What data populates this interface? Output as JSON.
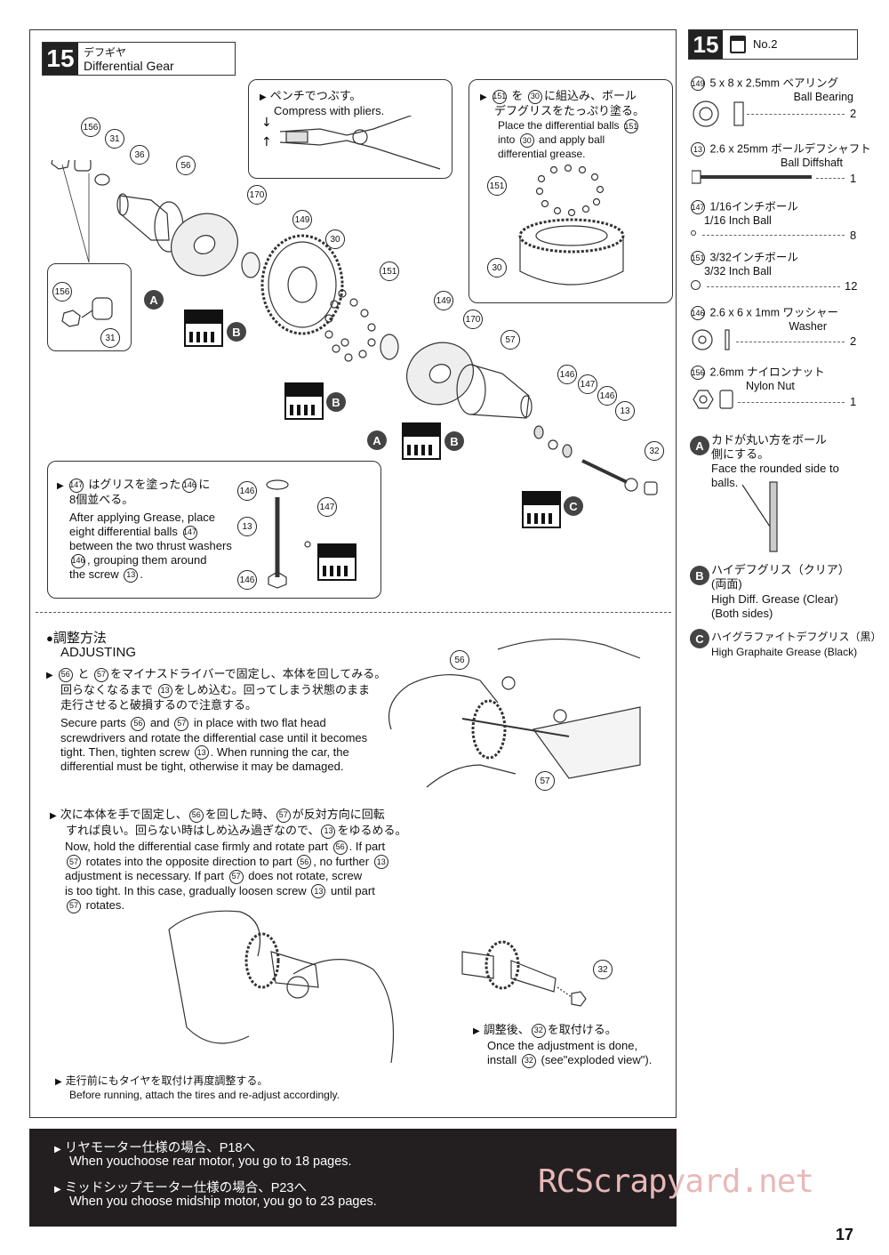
{
  "header": {
    "step_number": "15",
    "title_ja": "デフギヤ",
    "title_en": "Differential Gear"
  },
  "parts_header": {
    "step_number": "15",
    "bag": "No.2"
  },
  "parts": [
    {
      "id": "149",
      "spec": "5 x 8 x 2.5mm",
      "name_ja": "ベアリング",
      "name_en": "Ball Bearing",
      "qty": "2"
    },
    {
      "id": "13",
      "spec": "2.6 x 25mm",
      "name_ja": "ボールデフシャフト",
      "name_en": "Ball Diffshaft",
      "qty": "1"
    },
    {
      "id": "147",
      "spec": "1/16",
      "name_ja": "インチボール",
      "name_en": "1/16 Inch Ball",
      "qty": "8"
    },
    {
      "id": "151",
      "spec": "3/32",
      "name_ja": "インチボール",
      "name_en": "3/32  Inch Ball",
      "qty": "12"
    },
    {
      "id": "146",
      "spec": "2.6 x 6 x 1mm",
      "name_ja": "ワッシャー",
      "name_en": "Washer",
      "qty": "2"
    },
    {
      "id": "156",
      "spec": "2.6mm",
      "name_ja": "ナイロンナット",
      "name_en": "Nylon Nut",
      "qty": "1"
    }
  ],
  "legend": {
    "a": {
      "badge": "A",
      "ja": "カドが丸い方をボール側にする。",
      "en": "Face the rounded side to balls."
    },
    "b": {
      "badge": "B",
      "ja": "ハイデフグリス（クリア）(両面)",
      "en": "High Diff. Grease (Clear) (Both sides)"
    },
    "c": {
      "badge": "C",
      "ja": "ハイグラファイトデフグリス（黒）",
      "en": "High Graphaite Grease (Black)"
    }
  },
  "callouts": {
    "pliers": {
      "ja": "ペンチでつぶす。",
      "en": "Compress with pliers."
    },
    "balls": {
      "ja1": "に組込み、ボール",
      "ja2": "デフグリスをたっぷり塗る。",
      "en1": "Place the differential balls",
      "en2": "and apply ball",
      "en3": "differential grease.",
      "into": "into",
      "ref_a": "151",
      "ref_b": "30"
    },
    "washer": {
      "ja1": "はグリスを塗った",
      "ja2": "に",
      "ja3": "8個並べる。",
      "en1": "After applying Grease, place",
      "en2": "eight differential balls",
      "en3": "between the two thrust washers",
      "en4": ", grouping them around",
      "en5": "the screw",
      "ref_147": "147",
      "ref_146": "146",
      "ref_13": "13"
    }
  },
  "diagram_labels": [
    "156",
    "31",
    "36",
    "56",
    "170",
    "149",
    "30",
    "151",
    "149",
    "170",
    "57",
    "146",
    "147",
    "146",
    "13",
    "32",
    "156",
    "31",
    "151",
    "30",
    "146",
    "13",
    "147",
    "146"
  ],
  "adjusting": {
    "title_ja": "調整方法",
    "title_en": "ADJUSTING",
    "p1_ja1": "と",
    "p1_ja2": "をマイナスドライバーで固定し、本体を回してみる。",
    "p1_ja3": "回らなくなるまで",
    "p1_ja4": "をしめ込む。回ってしまう状態のまま",
    "p1_ja5": "走行させると破損するので注意する。",
    "p1_en1": "Secure parts",
    "p1_en2": "and",
    "p1_en3": "in place with two flat head",
    "p1_en4": "screwdrivers and rotate the differential case until it becomes",
    "p1_en5": "tight.  Then, tighten screw",
    "p1_en6": ". When running the car, the",
    "p1_en7": "differential must be tight, otherwise it may be damaged.",
    "p2_ja1": "次に本体を手で固定し、",
    "p2_ja2": "を回した時、",
    "p2_ja3": "が反対方向に回転",
    "p2_ja4": "すれば良い。回らない時はしめ込み過ぎなので、",
    "p2_ja5": "をゆるめる。",
    "p2_en1": "Now, hold the differential case firmly and rotate part",
    "p2_en2": ".  If part",
    "p2_en3": "rotates into the opposite direction to part",
    "p2_en4": ", no further",
    "p2_en5": "adjustment is necessary.  If part",
    "p2_en6": "does not rotate, screw",
    "p2_en7": "is too tight.  In this case, gradually loosen screw",
    "p2_en8": "until part",
    "p2_en9": "rotates.",
    "p3_ja": "を取付ける。",
    "p3_ja_pre": "調整後、",
    "p3_en1": "Once the adjustment is done,",
    "p3_en2": "install",
    "p3_en3": "(see\"exploded view\").",
    "p4_ja": "走行前にもタイヤを取付け再度調整する。",
    "p4_en": "Before running, attach the tires and re-adjust accordingly.",
    "refs": {
      "r56": "56",
      "r57": "57",
      "r13": "13",
      "r32": "32"
    }
  },
  "footer_box": {
    "l1_ja": "リヤモーター仕様の場合、P18へ",
    "l1_en": "When youchoose rear motor, you go to 18 pages.",
    "l2_ja": "ミッドシップモーター仕様の場合、P23へ",
    "l2_en": "When you choose midship motor, you go to 23 pages."
  },
  "watermark": "RCScrapyard.net",
  "page_number": "17"
}
